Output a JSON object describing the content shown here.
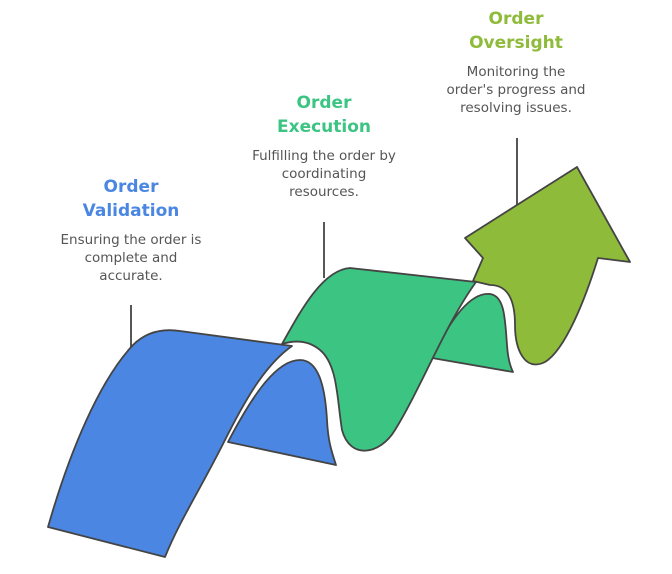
{
  "steps": [
    {
      "title_line1": "Order",
      "title_line2": "Validation",
      "description_lines": [
        "Ensuring the order is",
        "complete and",
        "accurate."
      ],
      "color": "#4A86E2"
    },
    {
      "title_line1": "Order",
      "title_line2": "Execution",
      "description_lines": [
        "Fulfilling the order by",
        "coordinating",
        "resources."
      ],
      "color": "#3CC483"
    },
    {
      "title_line1": "Order",
      "title_line2": "Oversight",
      "description_lines": [
        "Monitoring the",
        "order's progress and",
        "resolving issues."
      ],
      "color": "#8FBB3A"
    }
  ]
}
